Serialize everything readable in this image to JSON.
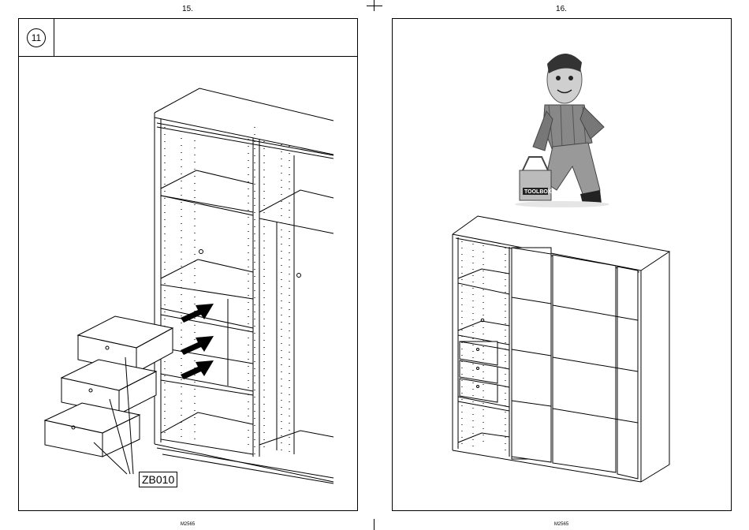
{
  "pages": {
    "left_number": "15.",
    "right_number": "16."
  },
  "step": {
    "number": "11"
  },
  "part": {
    "label": "ZB010"
  },
  "mascot": {
    "toolbox_label": "TOOLBOX"
  },
  "footer": {
    "left_code": "M2565",
    "right_code": "M2565"
  }
}
